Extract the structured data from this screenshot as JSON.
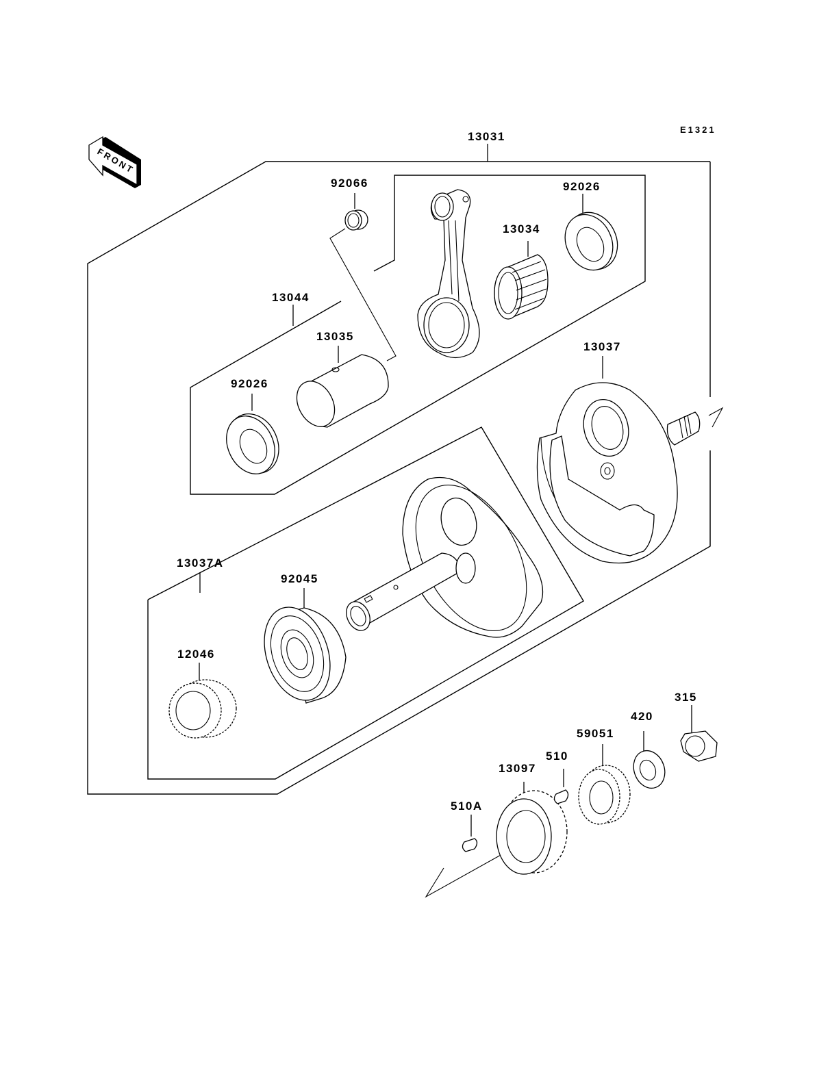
{
  "diagram": {
    "code": "E1321",
    "front_arrow_label": "FRONT",
    "subject": "Crankshaft assembly exploded view",
    "callouts": [
      {
        "id": "13031",
        "part": "crankshaft-assembly"
      },
      {
        "id": "92066",
        "part": "small-end-bushing"
      },
      {
        "id": "92026",
        "part": "thrust-washer-right"
      },
      {
        "id": "13034",
        "part": "needle-bearing"
      },
      {
        "id": "13044",
        "part": "crank-pin-set"
      },
      {
        "id": "13035",
        "part": "crank-pin"
      },
      {
        "id": "92026",
        "part": "thrust-washer-left"
      },
      {
        "id": "13037",
        "part": "right-flywheel"
      },
      {
        "id": "13037A",
        "part": "left-flywheel"
      },
      {
        "id": "92045",
        "part": "ball-bearing"
      },
      {
        "id": "12046",
        "part": "sprocket-gear"
      },
      {
        "id": "13097",
        "part": "primary-gear"
      },
      {
        "id": "510",
        "part": "woodruff-key"
      },
      {
        "id": "510A",
        "part": "woodruff-key-a"
      },
      {
        "id": "59051",
        "part": "balancer-drive-gear"
      },
      {
        "id": "420",
        "part": "lock-washer"
      },
      {
        "id": "315",
        "part": "hex-nut"
      }
    ]
  }
}
